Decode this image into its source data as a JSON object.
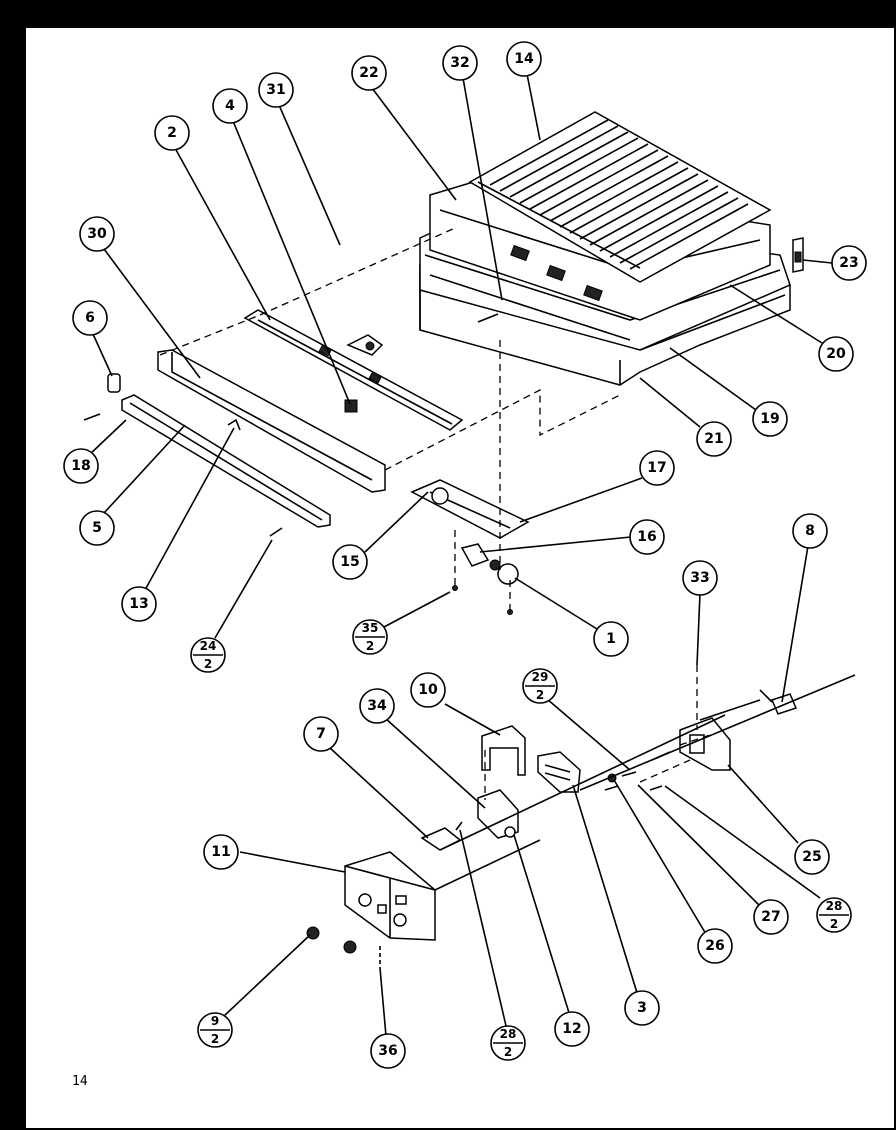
{
  "page_number": "14",
  "callouts": {
    "c14": "14",
    "c32": "32",
    "c22": "22",
    "c31": "31",
    "c4": "4",
    "c2": "2",
    "c30": "30",
    "c6": "6",
    "c18": "18",
    "c5": "5",
    "c13": "13",
    "c23": "23",
    "c20": "20",
    "c19": "19",
    "c21": "21",
    "c17": "17",
    "c16": "16",
    "c15": "15",
    "c1": "1",
    "c8": "8",
    "c33": "33",
    "c10": "10",
    "c34": "34",
    "c7": "7",
    "c11": "11",
    "c25": "25",
    "c27": "27",
    "c26": "26",
    "c3": "3",
    "c12": "12",
    "c36": "36"
  },
  "fraction_callouts": {
    "f24": {
      "num": "24",
      "den": "2"
    },
    "f35": {
      "num": "35",
      "den": "2"
    },
    "f29": {
      "num": "29",
      "den": "2"
    },
    "f28a": {
      "num": "28",
      "den": "2"
    },
    "f9": {
      "num": "9",
      "den": "2"
    },
    "f28b": {
      "num": "28",
      "den": "2"
    }
  }
}
